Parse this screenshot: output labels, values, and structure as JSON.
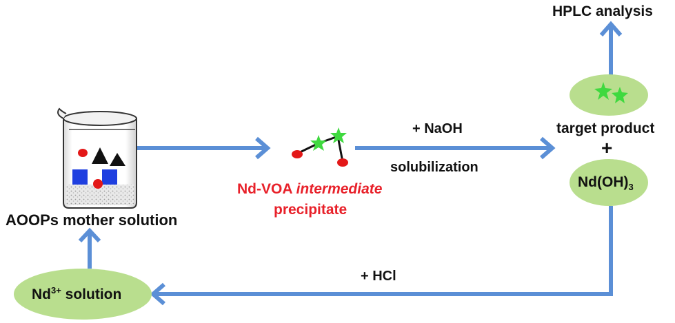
{
  "colors": {
    "arrow": "#5b8fd6",
    "ellipse": "#b9de8e",
    "red_text": "#e8212a",
    "star": "#3fd93f",
    "red_dot": "#e31818",
    "blue_square": "#1f3fe0",
    "text": "#111111"
  },
  "labels": {
    "hplc": "HPLC  analysis",
    "target_product": "target product",
    "plus": "+",
    "ndoh_main": "Nd(OH)",
    "ndoh_sub": "3",
    "naoh": "+ NaOH",
    "solubilization": "solubilization",
    "intermediate_prefix": "Nd-VOA ",
    "intermediate_italic": "intermediate",
    "precipitate": "precipitate",
    "mother_solution": "AOOPs mother solution",
    "hcl": "+ HCl",
    "nd_prefix": "Nd",
    "nd_sup": "3+",
    "nd_suffix": " solution"
  },
  "icons": {
    "beaker": "beaker-icon",
    "intermediate_molecule": "molecule-icon",
    "product_stars": "star-icon"
  }
}
